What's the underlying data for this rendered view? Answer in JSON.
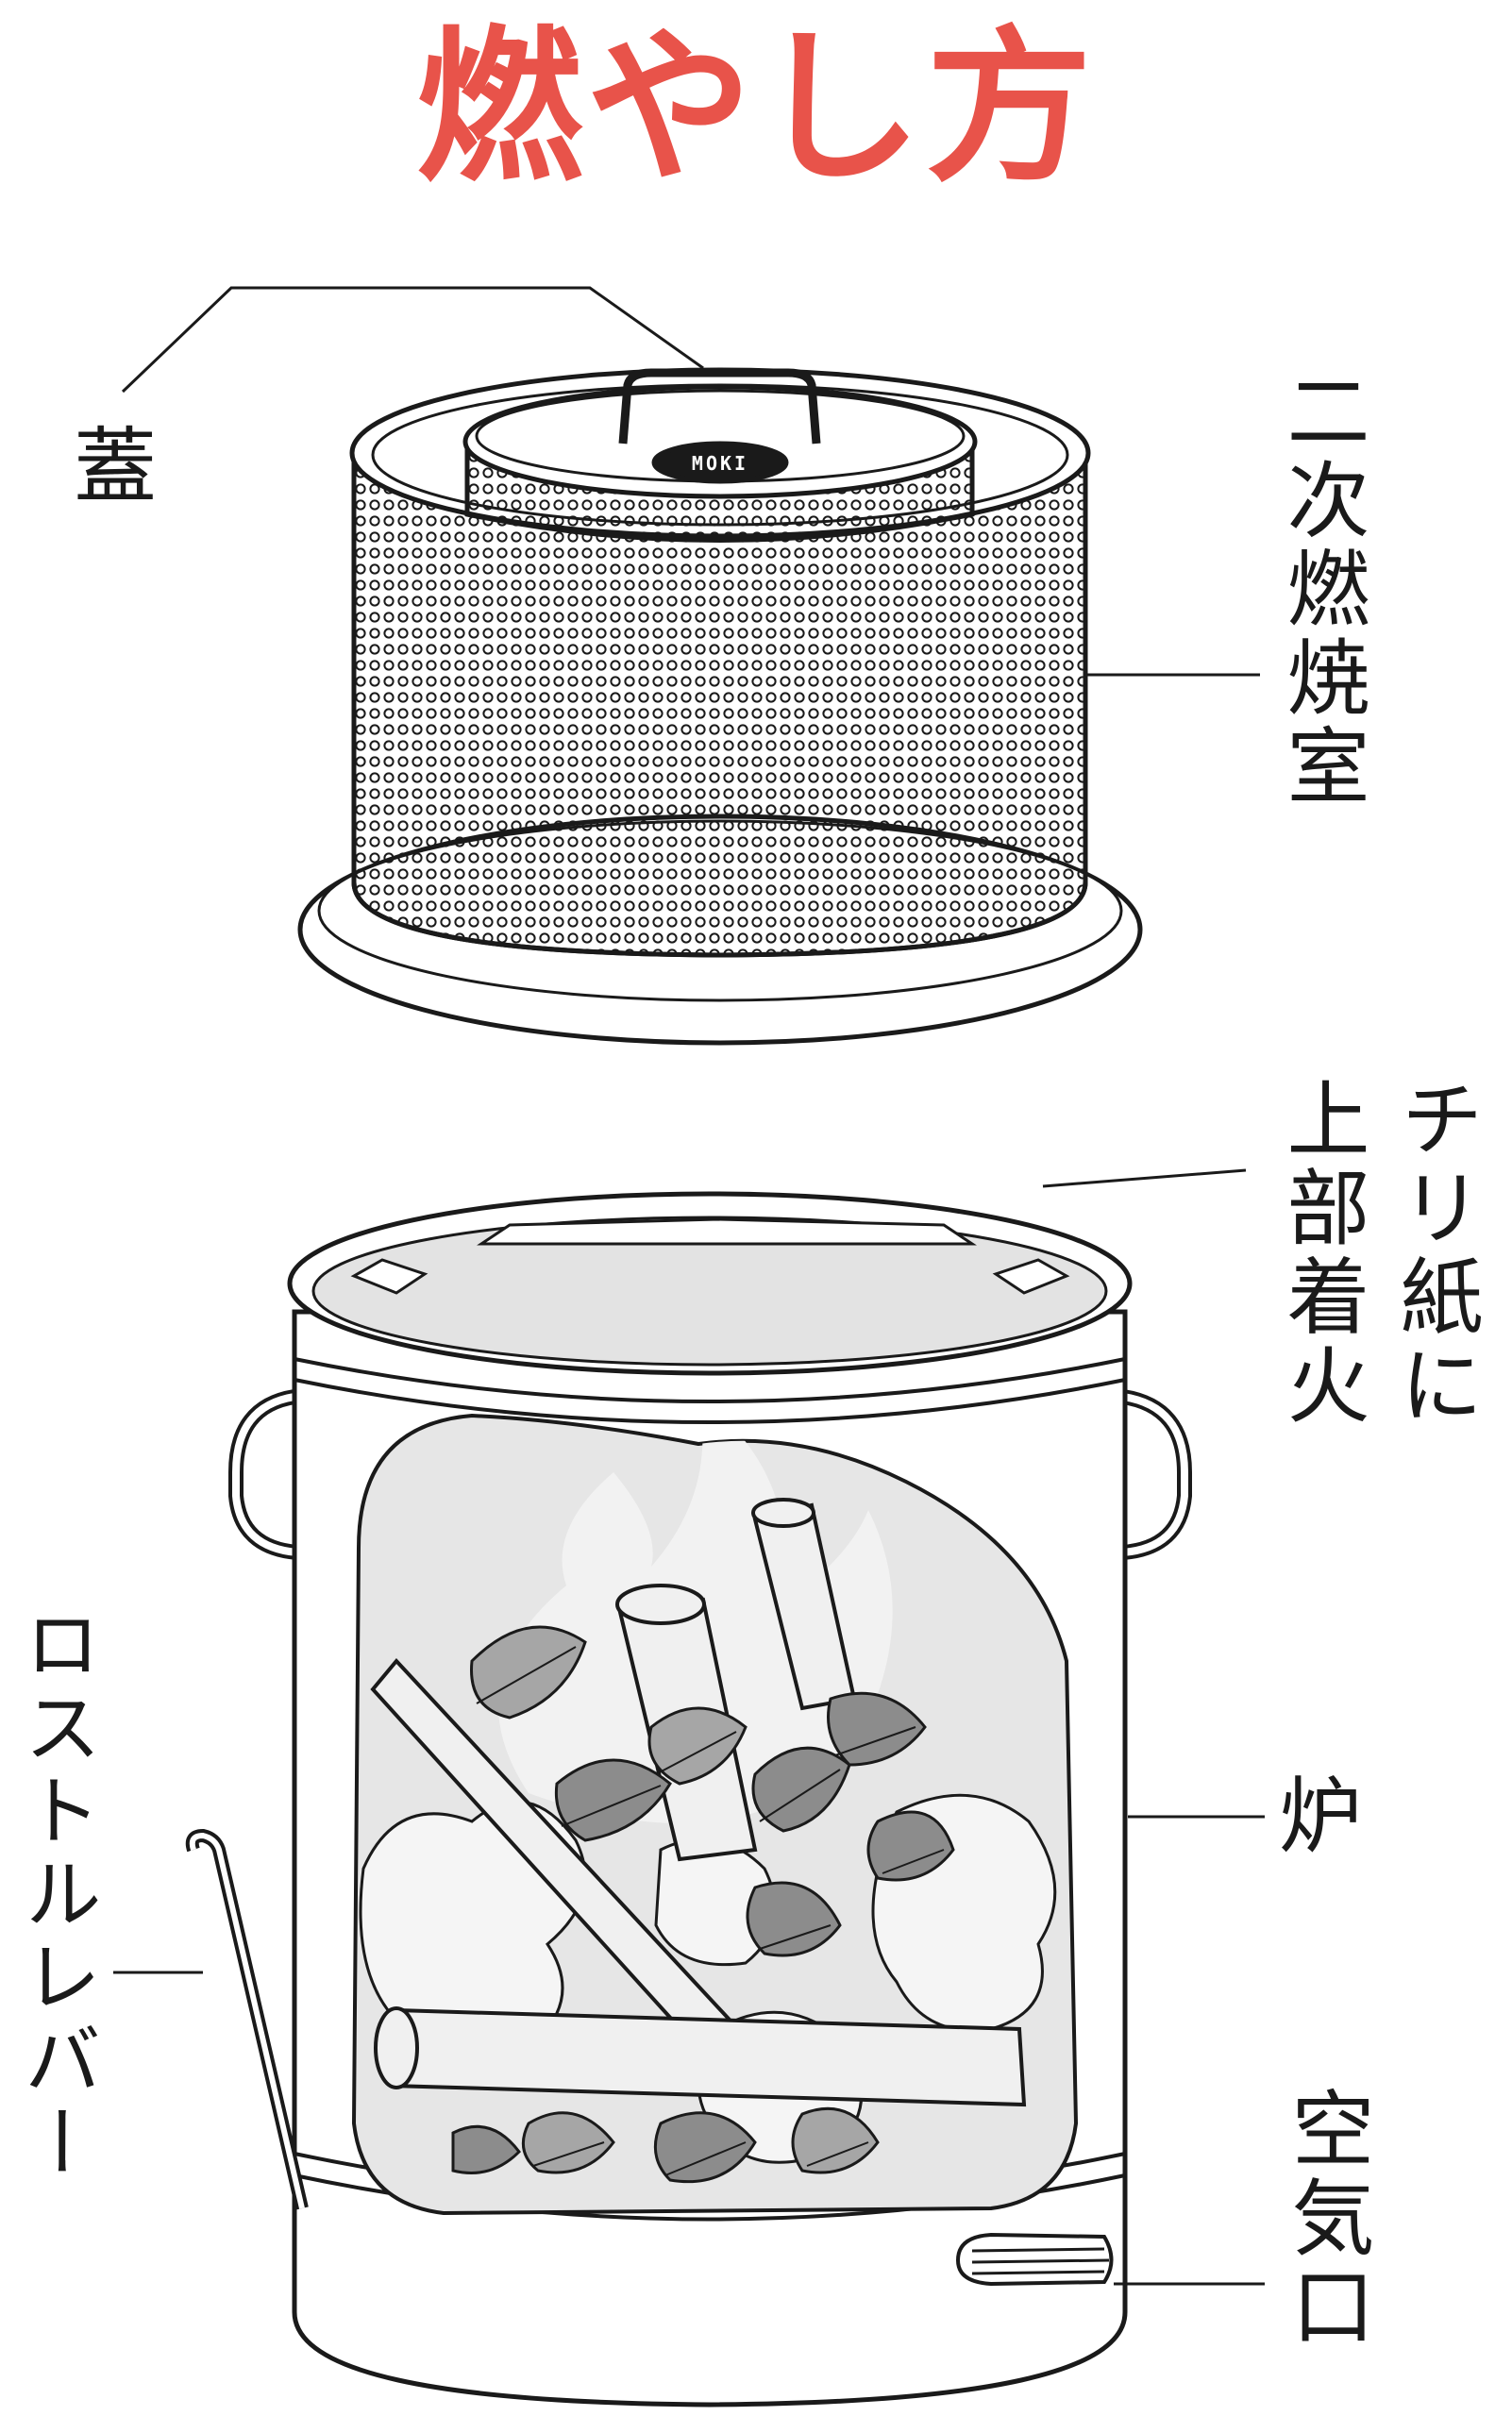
{
  "title": "燃やし方",
  "brand_plate": "MOKI",
  "labels": {
    "lid": "蓋",
    "secondary_chamber": "二次燃焼室",
    "paper_ignite_1": "チリ紙に",
    "paper_ignite_2": "上部着火",
    "furnace": "炉",
    "grate_lever": "ロストルレバー",
    "air_inlet": "空気口"
  },
  "colors": {
    "title": "#e8534a",
    "ink": "#1a1a1a",
    "fill_light": "#d9d9d9",
    "fill_mid": "#bdbdbd",
    "leaf_dark": "#8c8c8c"
  }
}
